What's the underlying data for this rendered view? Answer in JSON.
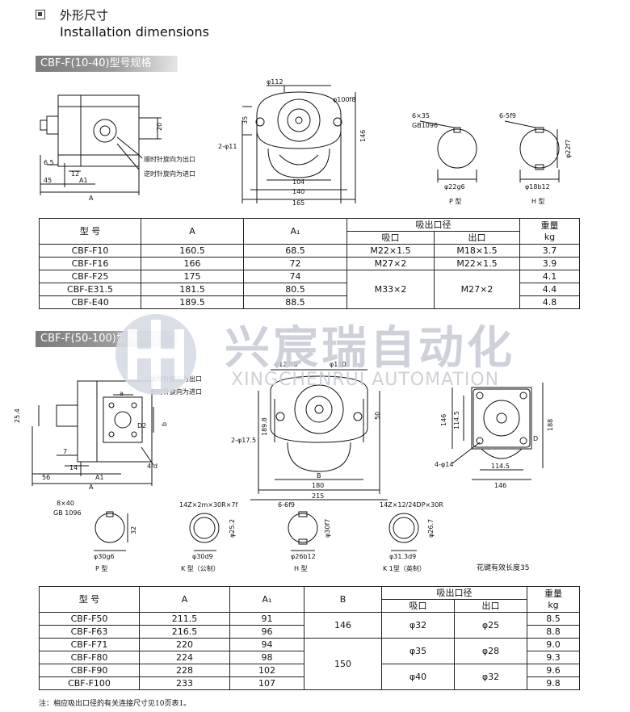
{
  "header": {
    "title_cn": "外形尺寸",
    "title_en": "Installation dimensions"
  },
  "section1": {
    "band": "CBF-F(10-40)型号规格",
    "drawing": {
      "side_labels": [
        "6.5",
        "12",
        "45",
        "A1",
        "A",
        "20"
      ],
      "rotation_cw": "顺时针旋向为出口",
      "rotation_ccw": "逆时针旋向为进口",
      "front_labels": {
        "d_outer": "φ112",
        "d_pilot": "φ100f8",
        "h35": "35",
        "h146": "146",
        "holes": "2-φ11",
        "w104": "104",
        "w140": "140",
        "w165": "165"
      },
      "shaft_p": {
        "key": "6×35",
        "standard": "GB1096",
        "dia": "φ22g6",
        "name": "P 型"
      },
      "shaft_h": {
        "key": "6-5f9",
        "dia_outer": "φ22f7",
        "dia": "φ18b12",
        "name": "H 型"
      }
    },
    "table": {
      "h_model": "型  号",
      "h_a": "A",
      "h_a1": "A₁",
      "h_ports": "吸出口径",
      "h_in": "吸口",
      "h_out": "出口",
      "h_weight": "重量",
      "h_kg": "kg",
      "rows": [
        {
          "model": "CBF-F10",
          "a": "160.5",
          "a1": "68.5",
          "in": "M22×1.5",
          "out": "M18×1.5",
          "kg": "3.7"
        },
        {
          "model": "CBF-F16",
          "a": "166",
          "a1": "72",
          "in": "M27×2",
          "out": "M22×1.5",
          "kg": "3.9"
        },
        {
          "model": "CBF-F25",
          "a": "175",
          "a1": "74",
          "kg": "4.1"
        },
        {
          "model": "CBF-E31.5",
          "a": "181.5",
          "a1": "80.5",
          "kg": "4.4"
        },
        {
          "model": "CBF-E40",
          "a": "189.5",
          "a1": "88.5",
          "kg": "4.8"
        }
      ],
      "merged_in": "M33×2",
      "merged_out": "M27×2"
    }
  },
  "section2": {
    "band": "CBF-F(50-100)型号规格",
    "drawing": {
      "rotation_cw": "顺时针旋向为出口",
      "rotation_ccw": "逆时针旋向为进口",
      "side_labels": [
        "25.4",
        "a",
        "D2",
        "b",
        "7",
        "14",
        "4-d",
        "56",
        "A1",
        "A"
      ],
      "front_labels": {
        "d127": "φ127f8",
        "d150": "φ150",
        "h189": "189.8",
        "h50": "50",
        "holes": "2-φ17.5",
        "B": "B",
        "w180": "180",
        "w215": "215"
      },
      "end_labels": {
        "h146": "146",
        "h114": "114.5",
        "h188": "188",
        "D": "D",
        "holes": "4-φ14",
        "w114": "114.5",
        "w146": "146"
      },
      "shafts": [
        {
          "top": "8×40",
          "std": "GB 1096",
          "side": "32",
          "dia": "φ30g6",
          "name": "P  型"
        },
        {
          "top": "14Z×2m×30R×7f",
          "side": "φ25.2",
          "dia": "φ30d9",
          "name": "K 型（公制）"
        },
        {
          "top": "6-6f9",
          "side": "φ30f7",
          "dia": "φ26b12",
          "name": "H 型"
        },
        {
          "top": "14Z×12/24DP×30R",
          "side": "φ26.7",
          "dia": "φ31.3d9",
          "name": "K 1型（英制）"
        }
      ],
      "spline_note": "花键有效长度35"
    },
    "table": {
      "h_model": "型  号",
      "h_a": "A",
      "h_a1": "A₁",
      "h_b": "B",
      "h_ports": "吸出口径",
      "h_in": "吸口",
      "h_out": "出口",
      "h_weight": "重量",
      "h_kg": "kg",
      "rows": [
        {
          "model": "CBF-F50",
          "a": "211.5",
          "a1": "91",
          "kg": "8.5"
        },
        {
          "model": "CBF-F63",
          "a": "216.5",
          "a1": "96",
          "kg": "8.8"
        },
        {
          "model": "CBF-F71",
          "a": "220",
          "a1": "94",
          "kg": "9.0"
        },
        {
          "model": "CBF-F80",
          "a": "224",
          "a1": "98",
          "kg": "9.3"
        },
        {
          "model": "CBF-F90",
          "a": "228",
          "a1": "102",
          "kg": "9.6"
        },
        {
          "model": "CBF-F100",
          "a": "233",
          "a1": "107",
          "kg": "9.8"
        }
      ],
      "b_146": "146",
      "b_150": "150",
      "in_32": "φ32",
      "out_25": "φ25",
      "in_35": "φ35",
      "out_28": "φ28",
      "in_40": "φ40",
      "out_32": "φ32"
    }
  },
  "watermark": {
    "cn": "兴宸瑞自动化",
    "en": "XINGCHENRUI AUTOMATION"
  },
  "note": "注：相应吸出口径的有关连接尺寸见10页表1。"
}
